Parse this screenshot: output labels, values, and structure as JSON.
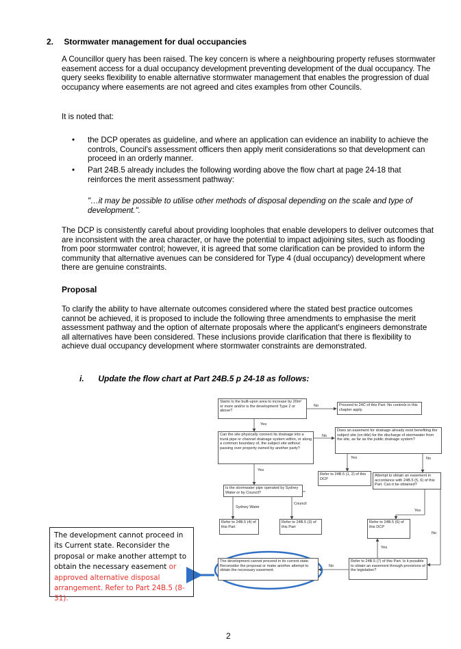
{
  "section": {
    "number": "2.",
    "title": "Stormwater management for dual occupancies"
  },
  "intro": "A Councillor query has been raised. The key concern is where a neighbouring property refuses stormwater easement access for a dual occupancy development preventing development of the dual occupancy. The query seeks flexibility to enable alternative stormwater management that enables the progression of dual occupancy where easements are not agreed and cites examples from other Councils.",
  "noted": "It is noted that:",
  "bullets": [
    "the DCP operates as guideline, and where an application can evidence an inability to achieve the controls, Council's assessment officers then apply merit considerations so that development can proceed in an orderly manner.",
    "Part 24B.5 already includes the following wording above the flow chart at page 24-18 that reinforces the merit assessment pathway:"
  ],
  "quote": "\"…it may be possible to utilise other methods of disposal depending on the scale and type of development.\".",
  "dcp_para": "The DCP is consistently careful about providing loopholes that enable developers to deliver outcomes that are inconsistent with the area character, or have the potential to impact adjoining sites, such as flooding from poor stormwater control; however, it is agreed that some clarification can be provided to inform the community that alternative avenues can be considered for Type 4 (dual occupancy) development where there are genuine constraints.",
  "proposal_heading": "Proposal",
  "proposal_para": "To clarify the ability to have alternate outcomes considered where the stated best practice outcomes cannot be achieved, it is proposed to include the following three amendments to emphasise the merit assessment pathway and the option of alternate proposals where the applicant's engineers demonstrate all alternatives have been considered. These inclusions provide clarification that there is flexibility to achieve dual occupancy development where stormwater constraints are demonstrated.",
  "step": {
    "numeral": "i.",
    "text": "Update the flow chart at Part 24B.5 p 24-18 as follows:"
  },
  "flowchart": {
    "start": "Starts Is the built-upon area to increase by 20m² or more and/or is the development Type 2 or above?",
    "no_controls": "Proceed to 24C of this Part. No controls in this chapter apply.",
    "connect": "Can the site physically connect its drainage into a trunk pipe or channel drainage system within, or along a common boundary of, the subject site without passing over property owned by another party?",
    "easement_exist": "Does an easement for drainage already exist benefiting the subject site (on title) for the discharge of stormwater from the site, as far as the public drainage system?",
    "refer_12": "Refer to 24B.5 (1, 2) of this DCP",
    "attempt": "Attempt to obtain an easement in accordance with 24B.5 (5, 6) of this Part. Can it be obtained?",
    "operated_by": "Is the stormwater pipe operated by Sydney Water or by Council?",
    "sydney_water": "Sydney Water",
    "council": "Council",
    "refer_4": "Refer to 24B.5 (4) of this Part",
    "refer_3": "Refer to 24B.5 (3) of this Part",
    "refer_6": "Refer to 24B.5 (6) of this DCP",
    "cannot_proceed": "The development cannot proceed in its current state. Reconsider the proposal or make another attempt to obtain the necessary easement.",
    "refer_7": "Refer to 24B.5 (7) of this Part. Is it possible to obtain an easement through provisions of the legislation?",
    "yes": "Yes",
    "no": "No"
  },
  "callout": {
    "black": "The development cannot proceed in its Current state. Reconsider the proposal or make another attempt to obtain the necessary easement",
    "red": "or approved alternative disposal arrangement. Refer to Part 24B.5 (8-31)."
  },
  "page_number": "2",
  "colors": {
    "callout_red": "#e8302a",
    "highlight_blue": "#2f6fc4"
  }
}
